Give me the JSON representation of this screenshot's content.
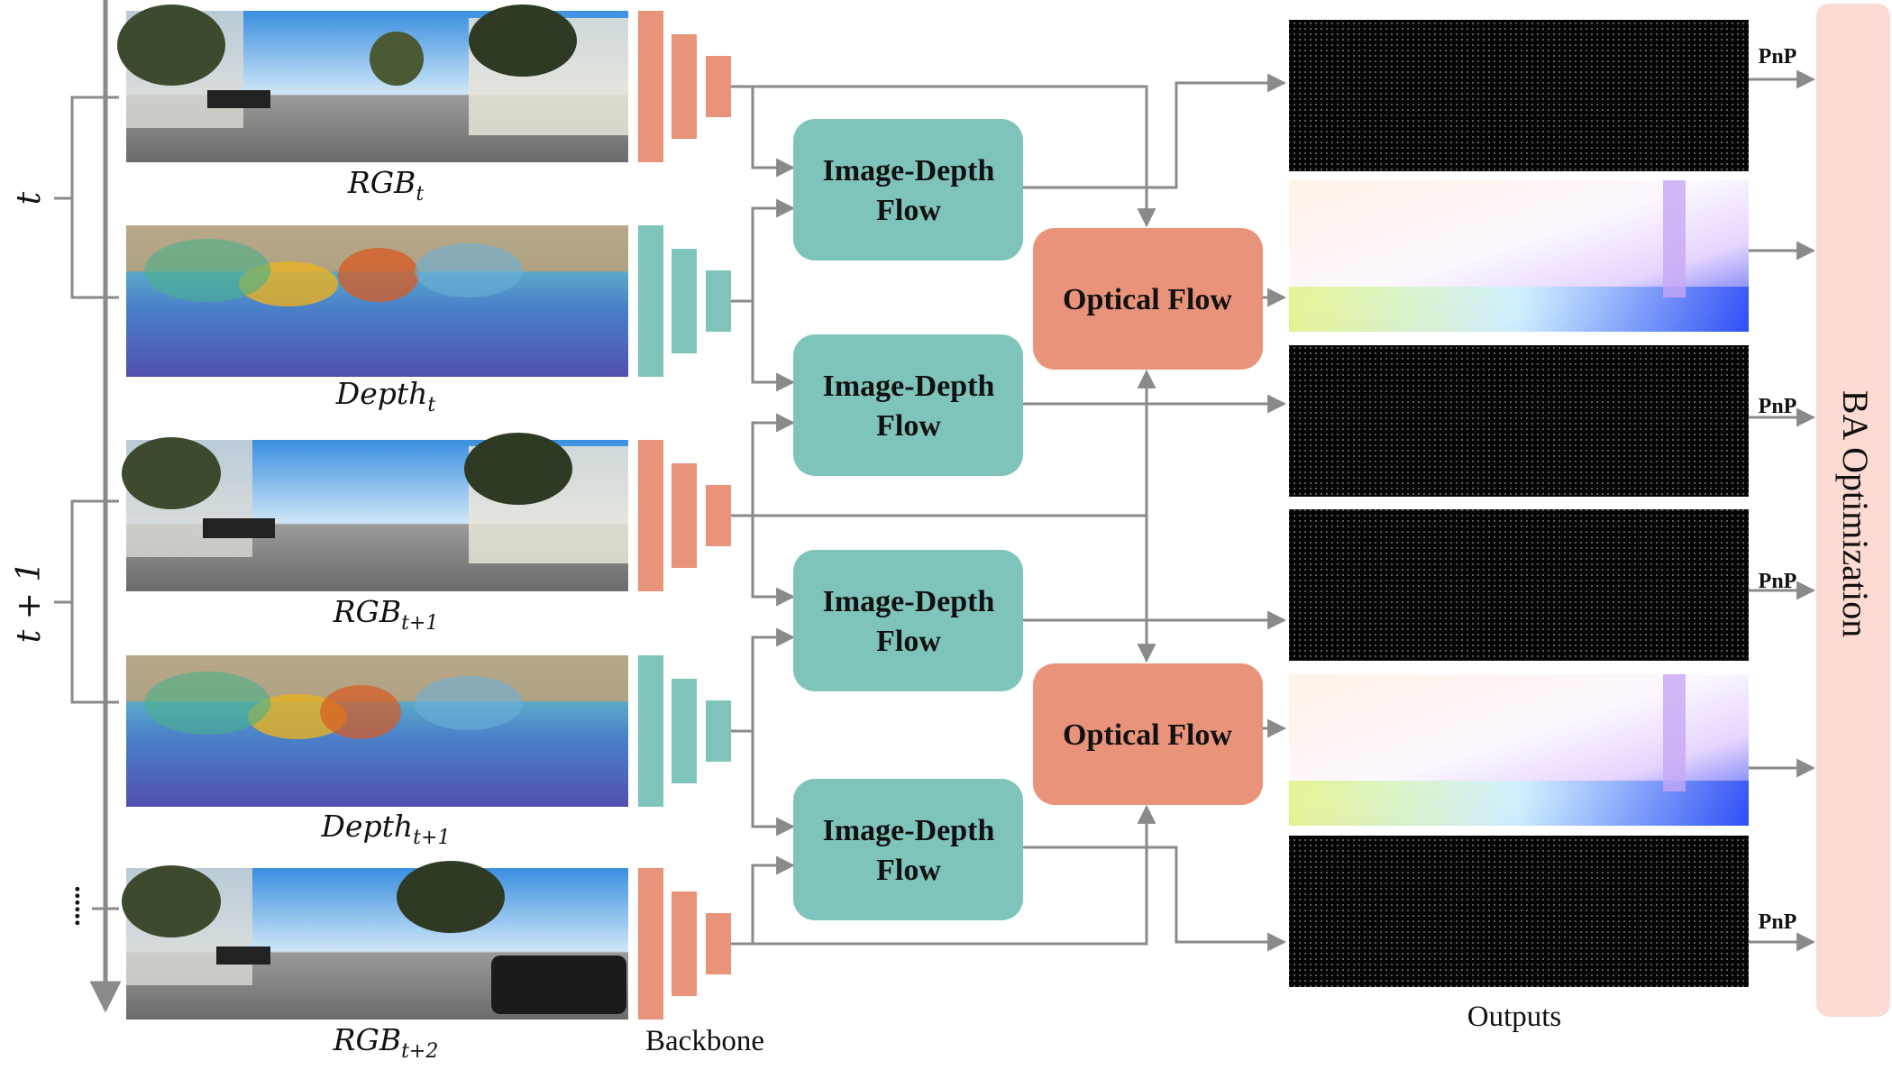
{
  "timeline": {
    "label_t": "t",
    "label_t1": "t + 1",
    "ellipsis": "......"
  },
  "inputs": [
    {
      "type": "rgb",
      "base": "RGB",
      "sub": "t"
    },
    {
      "type": "depth",
      "base": "Depth",
      "sub": "t"
    },
    {
      "type": "rgb",
      "base": "RGB",
      "sub": "t+1"
    },
    {
      "type": "depth",
      "base": "Depth",
      "sub": "t+1"
    },
    {
      "type": "rgb",
      "base": "RGB",
      "sub": "t+2"
    }
  ],
  "backbone_label": "Backbone",
  "image_depth_flow": {
    "line1": "Image-Depth",
    "line2": "Flow"
  },
  "optical_flow_label": "Optical Flow",
  "outputs_label": "Outputs",
  "pnp_label": "PnP",
  "ba_label": "BA Optimization",
  "colors": {
    "teal": "#7fc4bb",
    "salmon": "#e9937a",
    "ba_bg": "#fddad2",
    "arrow": "#8a8a8a"
  }
}
